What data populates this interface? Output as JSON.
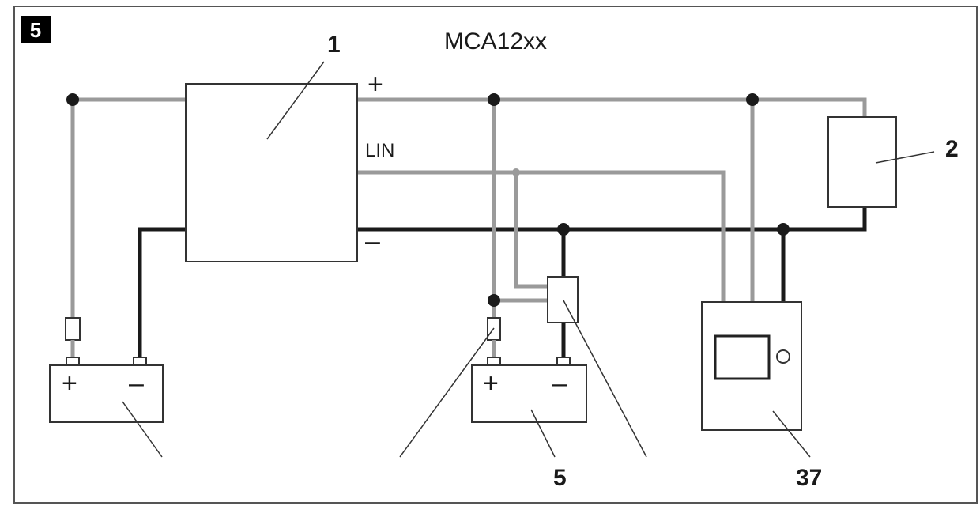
{
  "figure": {
    "badge": "5",
    "title": "MCA12xx"
  },
  "labels": {
    "charger": "1",
    "load_device": "2",
    "aux_battery": "5",
    "control_panel": "37"
  },
  "terminals": {
    "plus": "+",
    "lin": "LIN",
    "minus": "–"
  },
  "battery_signs": {
    "plus": "+",
    "minus": "–"
  },
  "colors": {
    "positive_wire": "#9a9a9a",
    "negative_wire": "#1a1a1a",
    "component_stroke": "#333333",
    "badge_bg": "#000000",
    "badge_fg": "#ffffff"
  }
}
